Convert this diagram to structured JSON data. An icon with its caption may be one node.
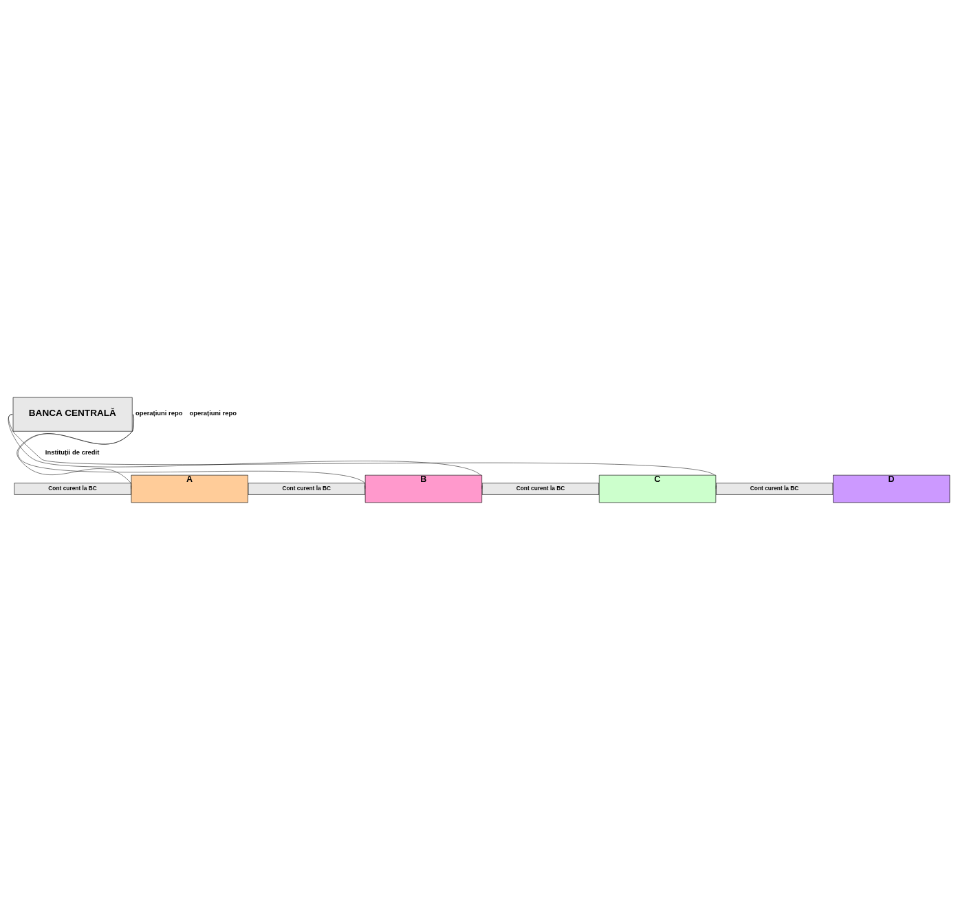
{
  "diagram": {
    "nodes": [
      {
        "text": [
          "BANCA CENTRALĂ"
        ]
      },
      {
        "text": [
          "Cont curent la BC"
        ]
      },
      {
        "text": [
          "A"
        ]
      },
      {
        "text": [
          "Cont curent la BC"
        ]
      },
      {
        "text": [
          "B"
        ]
      },
      {
        "text": [
          "Cont curent la BC"
        ]
      },
      {
        "text": [
          "C"
        ]
      },
      {
        "text": [
          "Cont curent la BC"
        ]
      },
      {
        "text": [
          "D"
        ]
      }
    ],
    "edges": [
      {
        "from": 0,
        "to": 1,
        "arrow": "to"
      },
      {
        "from": 0,
        "to": 3,
        "arrow": "to"
      },
      {
        "from": 0,
        "to": 5,
        "arrow": "to"
      },
      {
        "from": 0,
        "to": 7,
        "arrow": "to"
      }
    ],
    "labels": [
      "operațiuni repo",
      "operațiuni repo",
      "Instituții de credit"
    ]
  }
}
